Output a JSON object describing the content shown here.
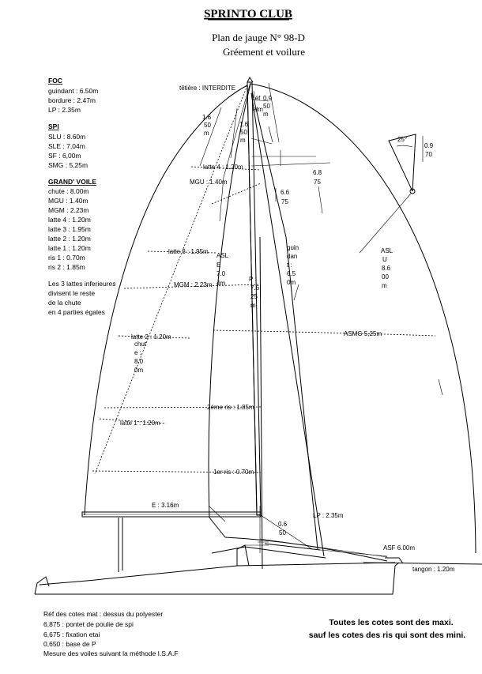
{
  "header": {
    "club": "SPRINTO CLUB",
    "plan_line1": "Plan de jauge N° 98-D",
    "plan_line2": "Gréement et voilure"
  },
  "specs": {
    "foc": {
      "title": "FOC",
      "lines": [
        "guindant : 6.50m",
        "bordure : 2.47m",
        "LP : 2.35m"
      ]
    },
    "spi": {
      "title": "SPI",
      "lines": [
        "SLU : 8.60m",
        "SLE : 7,04m",
        "SF : 6,00m",
        "SMG : 5,25m"
      ]
    },
    "grand_voile": {
      "title": "GRAND' VOILE",
      "lines": [
        "chute : 8.00m",
        "MGU : 1.40m",
        "MGM : 2.23m",
        "latte 4 : 1.20m",
        "latte 3 : 1.95m",
        "latte 2 : 1.20m",
        "latte 1 : 1.20m",
        "ris 1 : 0.70m",
        "ris 2 : 1.85m"
      ]
    },
    "note": [
      "Les 3 lattes inferieures",
      "divisent le reste",
      "de la chute",
      "en 4 parties égales"
    ]
  },
  "labels": {
    "tetiere": "têtière : INTERDITE",
    "latte4": "latte 4 : 1.20m",
    "mgu": "MGU : 1.40m",
    "latte3": "latte 3 : 1.95m",
    "mgm": "MGM : 2.23m",
    "latte2": "latte 2 : 1.20m",
    "latte1": "latte 1 : 1.20m",
    "ris2": "2éme ris : 1.85m",
    "ris1": "1er ris : 0.70m",
    "e": "E : 3.16m",
    "lp": "LP : 2.35m",
    "asf": "ASF 6.00m",
    "tangon": "tangon : 1.20m",
    "asmg": "ASMG 5,25m",
    "angle": "25°",
    "v16_a": [
      "1.6",
      "50",
      "m"
    ],
    "v16_b": [
      "1.6",
      "50",
      "m"
    ],
    "v09_top": [
      "0.9",
      "50",
      "m"
    ],
    "ref_label": [
      "réf",
      "elm"
    ],
    "v68": [
      "6.8",
      "75"
    ],
    "v66": [
      "6.6",
      "75"
    ],
    "v09_right": [
      "0.9",
      "70"
    ],
    "guindant": [
      "guin",
      "dan",
      "t :",
      "6.5",
      "0m"
    ],
    "asle": [
      "ASL",
      "E",
      "7.0",
      "4m"
    ],
    "p": [
      "P :",
      "7.6",
      "25",
      "m"
    ],
    "aslu": [
      "ASL",
      "U",
      "8.6",
      "00",
      "m"
    ],
    "chute": [
      "chut",
      "e :",
      "8.0",
      "0m"
    ],
    "v06": [
      "0.6",
      "50"
    ]
  },
  "footer": {
    "ref_lines": [
      "Réf des cotes mat : dessus du polyester",
      "6,875 : pontet de poulie de spi",
      "6,675 : fixation etai",
      "0,650 : base de P",
      "Mesure des voiles suivant la méthode I.S.A.F"
    ],
    "note_lines": [
      "Toutes les cotes sont des maxi.",
      "sauf les cotes des ris qui sont des mini."
    ]
  }
}
